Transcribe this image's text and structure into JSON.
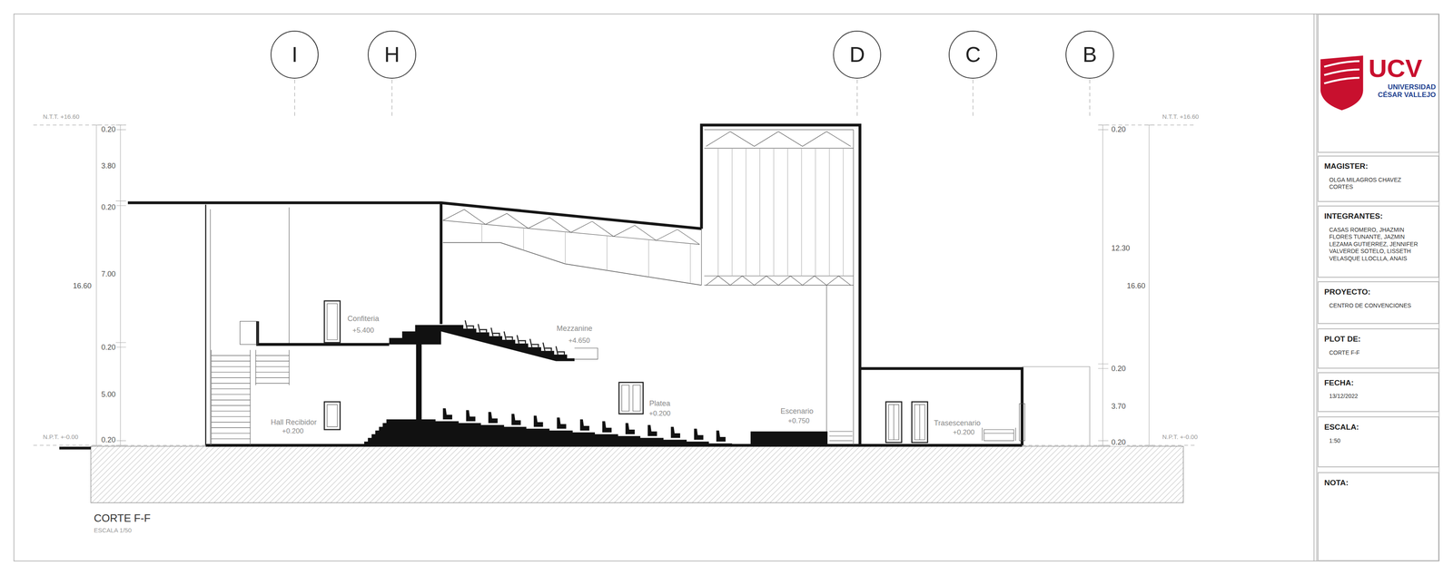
{
  "diagram": {
    "title": "CORTE F-F",
    "nodes": [
      {
        "text": [
          "I"
        ]
      },
      {
        "text": [
          "H"
        ]
      },
      {
        "text": [
          "D"
        ]
      },
      {
        "text": [
          "C"
        ]
      },
      {
        "text": [
          "B"
        ]
      },
      {
        "text": [
          "UCV",
          "UNIVERSIDAD CÉSAR VALLEJO"
        ]
      },
      {
        "text": [
          "MAGISTER:",
          "OLGA MILAGROS CHAVEZ CORTES"
        ]
      },
      {
        "text": [
          "INTEGRANTES:",
          "CASAS ROMERO, JHAZMIN FLORES TUNANTE, JAZMIN LEZAMA GUTIERREZ, JENNIFER VALVERDE SOTELO, LISSETH VELASQUE LLOCLLA, ANAIS"
        ]
      },
      {
        "text": [
          "PROYECTO:",
          "CENTRO DE CONVENCIONES"
        ]
      },
      {
        "text": [
          "PLOT DE:",
          "CORTE F-F"
        ]
      },
      {
        "text": [
          "FECHA:",
          "13/12/2022"
        ]
      },
      {
        "text": [
          "ESCALA:",
          "1:50"
        ]
      },
      {
        "text": [
          "NOTA:"
        ]
      }
    ],
    "labels": [
      "N.T.T. +16.60",
      "0.20",
      "3.80",
      "0.20",
      "16.60",
      "7.00",
      "0.20",
      "5.00",
      "N.P.T. +-0.00",
      "0.20",
      "Confiteria",
      "+5.400",
      "Mezzanine",
      "+4.650",
      "Hall Recibidor",
      "+0.200",
      "Platea",
      "+0.200",
      "Escenario",
      "+0.750",
      "Trasescenario",
      "+0.200",
      "N.T.T. +16.60",
      "0.20",
      "12.30",
      "16.60",
      "0.20",
      "3.70",
      "N.P.T. +-0.00",
      "0.20",
      "ESCALA 1/50"
    ]
  }
}
